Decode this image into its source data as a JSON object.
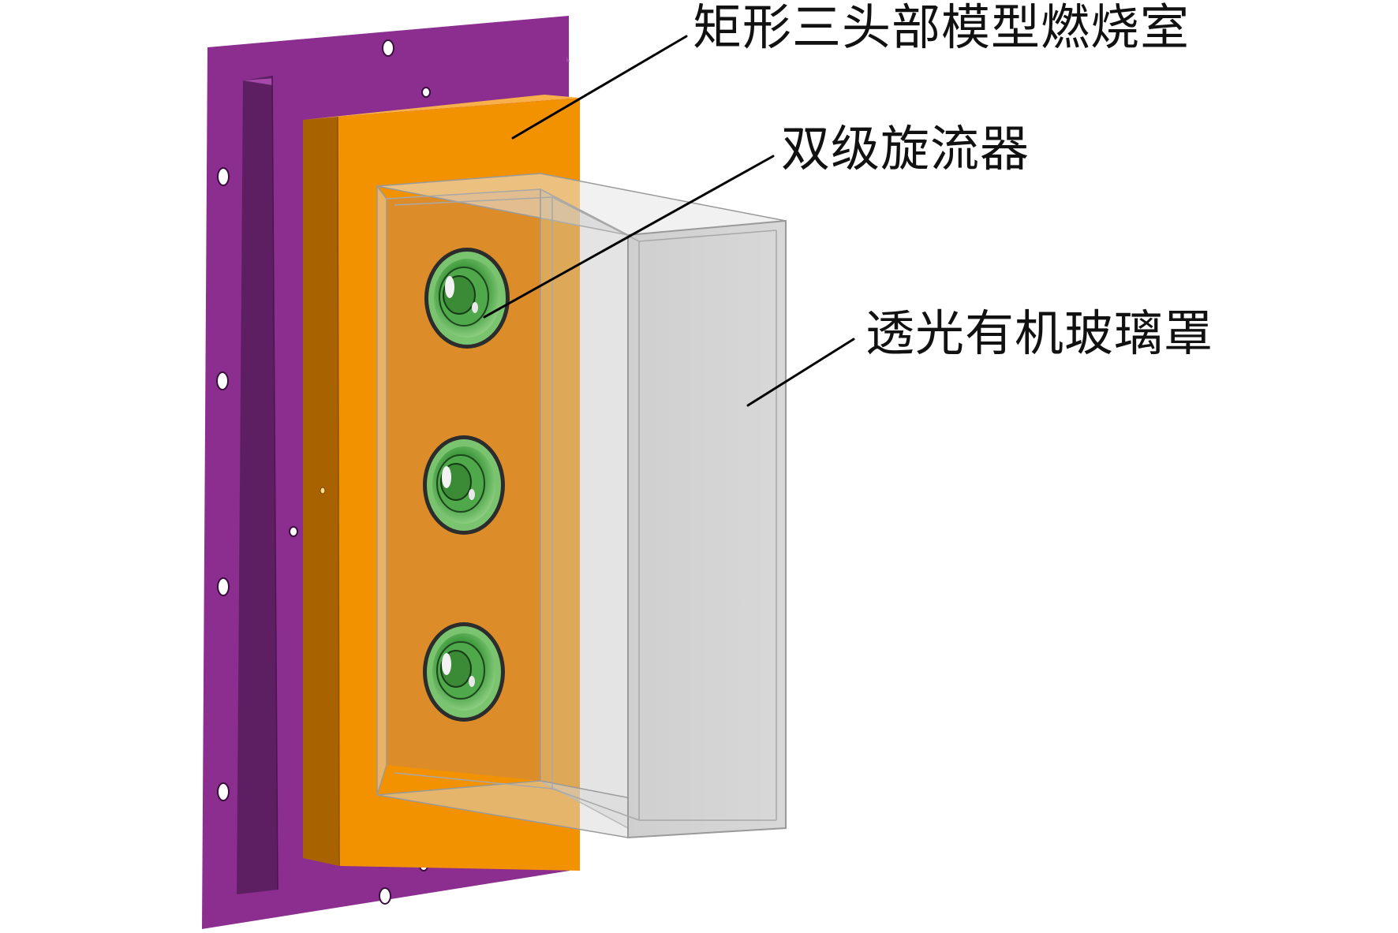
{
  "labels": {
    "chamber": "矩形三头部模型燃烧室",
    "swirler": "双级旋流器",
    "cover": "透光有机玻璃罩"
  },
  "colors": {
    "base_plate": "#8C2D90",
    "base_plate_dark": "#5E1F62",
    "flange": "#F39200",
    "flange_dark": "#A86200",
    "swirler": "#3D9E3D",
    "glass": "#D2D2D2",
    "leader_line": "#000000"
  },
  "components": [
    "base-plate",
    "chamber-flange",
    "swirler-1",
    "swirler-2",
    "swirler-3",
    "glass-cover"
  ]
}
